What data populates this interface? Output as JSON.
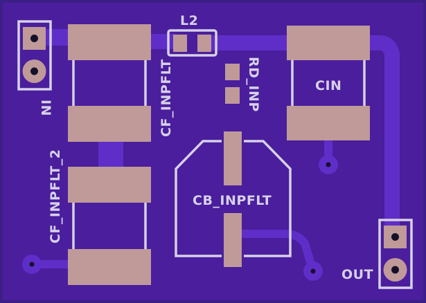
{
  "board": {
    "colors": {
      "background": "#3b1f86",
      "board_fill": "#4a1e9c",
      "trace": "#5f2ec8",
      "pad": "#bf9a99",
      "silkscreen": "#d7d1ea",
      "drill": "#15102a"
    },
    "labels": {
      "l2": "L2",
      "cf_inpflt": "CF_INPFLT",
      "rd_inp": "RD_INP",
      "cin": "CIN",
      "in": "IN",
      "cf_inpflt_2": "CF_INPFLT_2",
      "cb_inpflt": "CB_INPFLT",
      "out": "OUT"
    }
  }
}
